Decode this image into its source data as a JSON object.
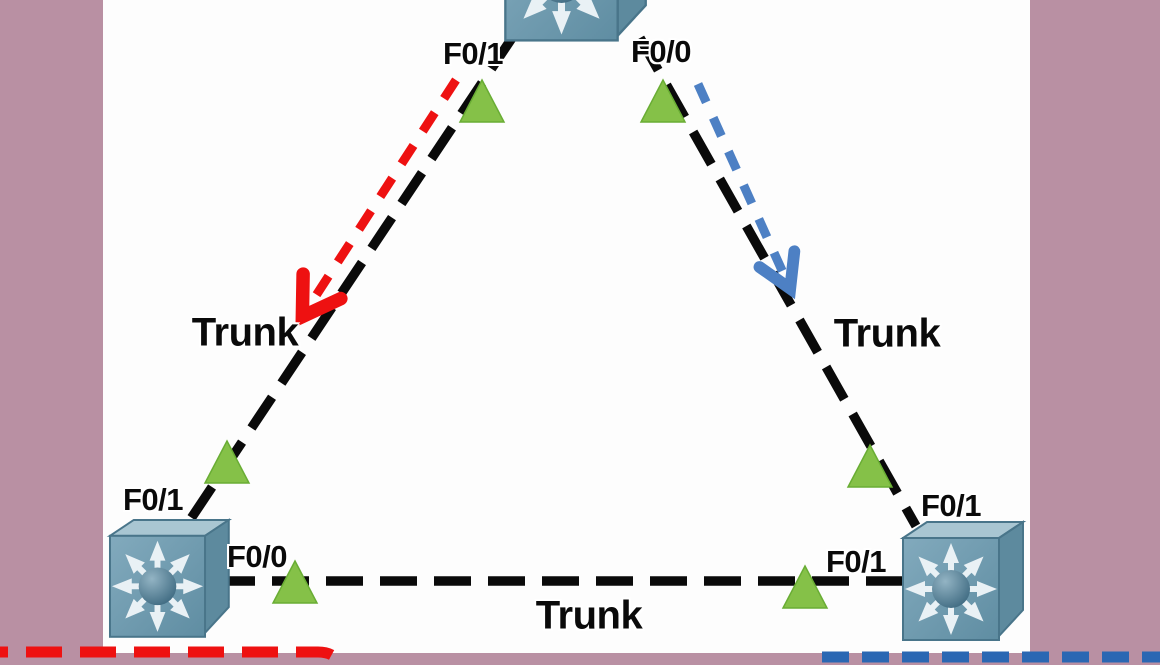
{
  "colors": {
    "frame": "#b990a3",
    "canvas": "#fdfdfd",
    "link": "#0a0a0a",
    "green": "#85c148",
    "flow_red": "#ee1111",
    "flow_blue": "#4d80c4",
    "flow_blue_dark": "#2a67b3",
    "switch_body": "#6f9cb1"
  },
  "icons": {
    "device": "cisco-switch-3d-icon",
    "link_status": "green-up-triangle-icon"
  },
  "topology": {
    "device_type": "switch",
    "device_count": 3,
    "links": {
      "left": {
        "label": "Trunk",
        "top_port": "F0/1",
        "bottom_port": "F0/1"
      },
      "right": {
        "label": "Trunk",
        "top_port": "F0/0",
        "bottom_port": "F0/1"
      },
      "bottom": {
        "label": "Trunk",
        "left_port": "F0/0",
        "right_port": "F0/1"
      }
    }
  }
}
